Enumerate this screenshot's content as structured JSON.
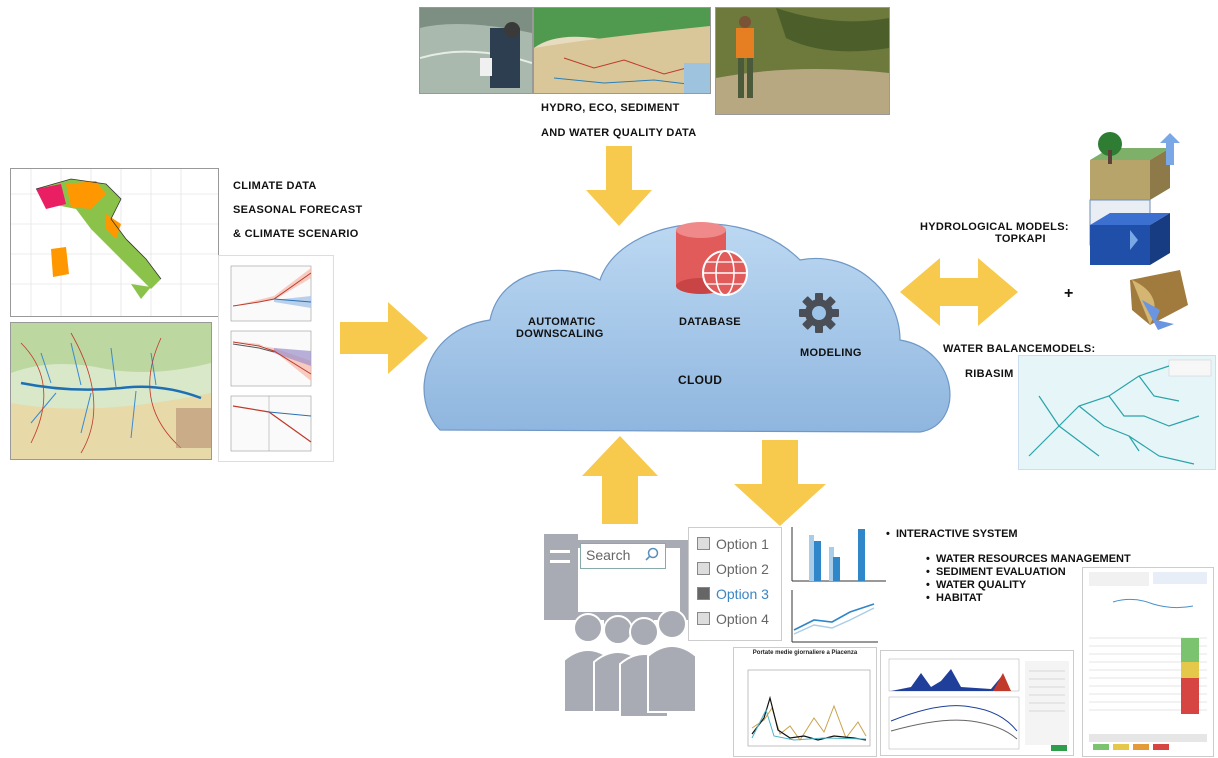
{
  "top": {
    "title_line1": "HYDRO, ECO, SEDIMENT",
    "title_line2": "AND WATER QUALITY DATA"
  },
  "climate": {
    "line1": "CLIMATE DATA",
    "line2": "SEASONAL FORECAST",
    "line3": "& CLIMATE SCENARIO"
  },
  "cloud": {
    "auto_line1": "AUTOMATIC",
    "auto_line2": "DOWNSCALING",
    "database": "DATABASE",
    "modeling": "MODELING",
    "cloud": "CLOUD"
  },
  "models": {
    "hydro_line1": "HYDROLOGICAL MODELS:",
    "hydro_line2": "TOPKAPI",
    "plus": "+",
    "water_balance": "WATER BALANCEMODELS:",
    "ribasim": "RIBASIM"
  },
  "ui": {
    "search_placeholder": "Search",
    "options": [
      "Option 1",
      "Option 2",
      "Option 3",
      "Option 4"
    ]
  },
  "interactive": {
    "title": "INTERACTIVE SYSTEM",
    "items": [
      "WATER RESOURCES MANAGEMENT",
      "SEDIMENT EVALUATION",
      "WATER QUALITY",
      "HABITAT"
    ]
  },
  "charts": {
    "placenza_title": "Portate medie giornaliere a Piacenza"
  },
  "colors": {
    "cloud": "#9cc3e8",
    "arrow": "#f7c94d",
    "people": "#a8abb4",
    "database": "#e25b5b",
    "bar": "#2f86c8"
  }
}
